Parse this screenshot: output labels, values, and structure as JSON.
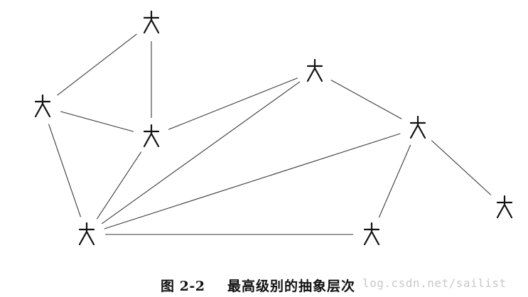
{
  "figure": {
    "caption_label": "图 2-2",
    "caption_title": "最高级别的抽象层次",
    "watermark": "log.csdn.net/sailist"
  },
  "diagram": {
    "nodes": [
      {
        "id": "n1",
        "name": "person-top-center"
      },
      {
        "id": "n2",
        "name": "person-left"
      },
      {
        "id": "n3",
        "name": "person-center"
      },
      {
        "id": "n4",
        "name": "person-top-right"
      },
      {
        "id": "n5",
        "name": "person-right"
      },
      {
        "id": "n6",
        "name": "person-far-right"
      },
      {
        "id": "n7",
        "name": "person-bottom-left"
      },
      {
        "id": "n8",
        "name": "person-bottom-right"
      }
    ],
    "edges": [
      {
        "from": "n1",
        "to": "n2"
      },
      {
        "from": "n1",
        "to": "n3"
      },
      {
        "from": "n2",
        "to": "n3"
      },
      {
        "from": "n2",
        "to": "n7"
      },
      {
        "from": "n3",
        "to": "n7"
      },
      {
        "from": "n3",
        "to": "n4"
      },
      {
        "from": "n4",
        "to": "n7"
      },
      {
        "from": "n4",
        "to": "n5"
      },
      {
        "from": "n5",
        "to": "n7"
      },
      {
        "from": "n5",
        "to": "n8"
      },
      {
        "from": "n5",
        "to": "n6"
      },
      {
        "from": "n7",
        "to": "n8"
      }
    ]
  }
}
